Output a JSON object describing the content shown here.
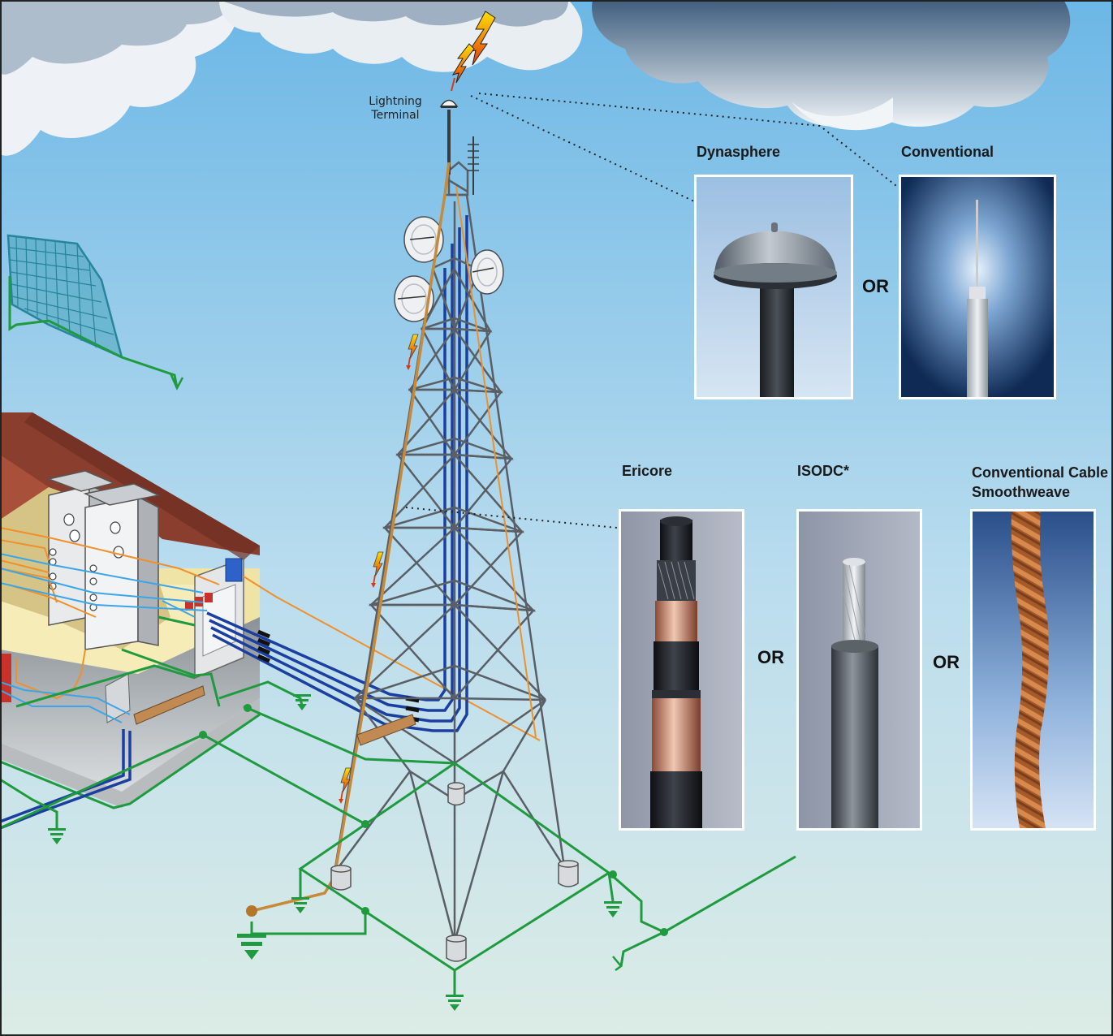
{
  "terminal_label": [
    "Lightning",
    "Terminal"
  ],
  "terminals": {
    "option_a": "Dynasphere",
    "option_b": "Conventional",
    "separator": "OR"
  },
  "cables": {
    "option_a": "Ericore",
    "option_b": "ISODC*",
    "option_c_line1": "Conventional Cable",
    "option_c_line2": "Smoothweave",
    "separator": "OR"
  },
  "colors": {
    "sky_top": "#6fb8e4",
    "sky_bottom": "#dcebea",
    "downconductor": "#c78a3a",
    "earthing": "#1f9a3e",
    "coax": "#1b3fa0",
    "tower": "#5a5f66"
  }
}
